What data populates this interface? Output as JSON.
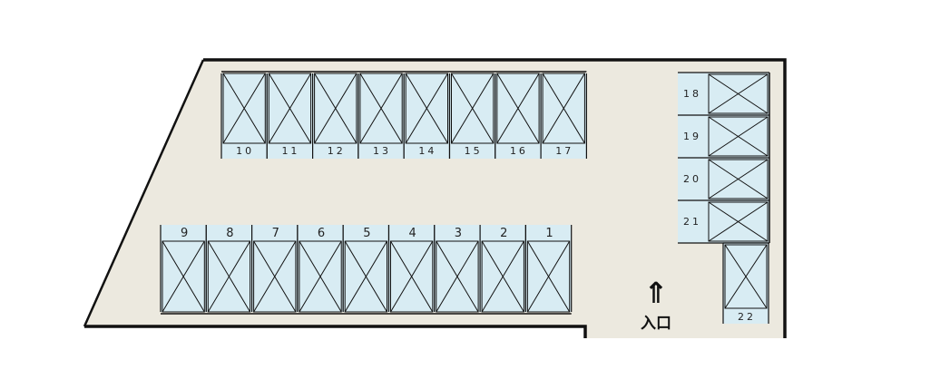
{
  "colors": {
    "ground": "#ece9df",
    "space_fill": "#d8ecf3",
    "line": "#111111",
    "background": "#ffffff"
  },
  "entrance": {
    "arrow_icon": "double-up-arrow-icon",
    "arrow_glyph": "⇑",
    "label": "入口"
  },
  "top_row": [
    "10",
    "11",
    "12",
    "13",
    "14",
    "15",
    "16",
    "17"
  ],
  "bottom_row": [
    "9",
    "8",
    "7",
    "6",
    "5",
    "4",
    "3",
    "2",
    "1"
  ],
  "right_column": [
    "18",
    "19",
    "20",
    "21"
  ],
  "corner_space": "22"
}
